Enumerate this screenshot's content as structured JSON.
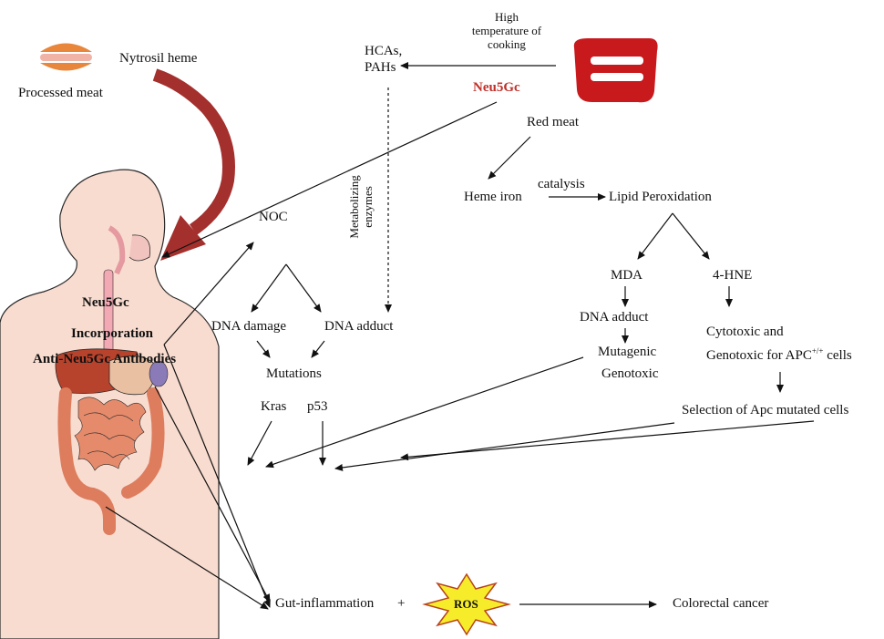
{
  "labels": {
    "nytrosil_heme": "Nytrosil heme",
    "processed_meat": "Processed meat",
    "high_temp_line1": "High",
    "high_temp_line2": "temperature of",
    "high_temp_line3": "cooking",
    "hcas": "HCAs,",
    "pahs": "PAHs",
    "neu5gc_top": "Neu5Gc",
    "red_meat": "Red meat",
    "metabolizing_line1": "Metabolizing",
    "metabolizing_line2": "enzymes",
    "heme_iron": "Heme iron",
    "catalysis": "catalysis",
    "lipid_peroxidation": "Lipid Peroxidation",
    "noc": "NOC",
    "mda": "MDA",
    "four_hne": "4-HNE",
    "dna_damage": "DNA damage",
    "dna_adduct_mid": "DNA adduct",
    "dna_adduct_right": "DNA adduct",
    "mutations": "Mutations",
    "mutagenic": "Mutagenic",
    "genotoxic": "Genotoxic",
    "cytotoxic_line1": "Cytotoxic and",
    "cytotoxic_line2": "Genotoxic for APC",
    "apc_superscript": "+/+",
    "cells": "cells",
    "selection_apc": "Selection of Apc mutated cells",
    "kras": "Kras",
    "p53": "p53",
    "neu5gc_body": "Neu5Gc",
    "incorporation": "Incorporation",
    "anti_neu5gc": "Anti-Neu5Gc Antibodies",
    "gut_inflammation": "Gut-inflammation",
    "plus": "+",
    "ros": "ROS",
    "colorectal_cancer": "Colorectal cancer"
  },
  "colors": {
    "neu5gc_red": "#c0302a",
    "red_meat_icon": "#c8191d",
    "curved_arrow": "#a4302e",
    "ros_burst": "#f7ec2a",
    "skin": "#f9dcd0",
    "intestine": "#dd7d5e",
    "liver": "#b8432c"
  },
  "icons": {
    "processed_meat": "processed-meat-icon",
    "red_meat": "red-meat-icon",
    "human_body": "human-digestive-system-icon",
    "ros": "ros-burst-icon"
  }
}
